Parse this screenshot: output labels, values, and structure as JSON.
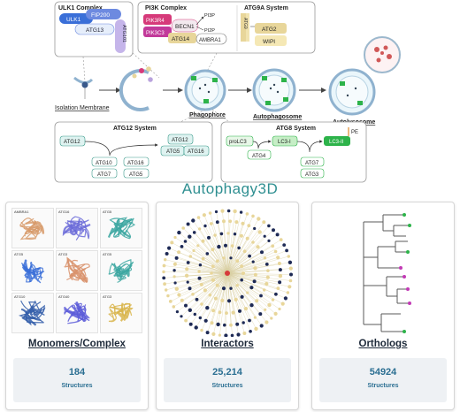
{
  "diagram": {
    "ulk1": {
      "title": "ULK1 Complex",
      "ulk1": "ULK1",
      "fip200": "FIP200",
      "atg13": "ATG13",
      "atg101": "ATG101"
    },
    "pi3k": {
      "title": "PI3K Complex",
      "pik3r4": "PIK3R4",
      "pik3c3": "PIK3C3",
      "becn1": "BECN1",
      "atg14": "ATG14",
      "ambra1": "AMBRA1",
      "pi3p": "PI3P",
      "pi2p": "PI2P"
    },
    "atg9a": {
      "title": "ATG9A System",
      "atg9": "ATG9",
      "atg2": "ATG2",
      "wipi": "WIPI"
    },
    "stages": {
      "isolation": "Isolation Membrane",
      "phagophore": "Phagophore",
      "autophagosome": "Autophagosome",
      "autolysosome": "Autolysosome"
    },
    "atg12sys": {
      "title": "ATG12 System",
      "atg12": "ATG12",
      "atg10": "ATG10",
      "atg7": "ATG7",
      "atg16": "ATG16",
      "atg5": "ATG5",
      "atg12b": "ATG12",
      "atg5b": "ATG5",
      "atg16b": "ATG16"
    },
    "atg8sys": {
      "title": "ATG8 System",
      "prolc3": "proLC3",
      "lc3i": "LC3-I",
      "lc3ii": "LC3-II",
      "pe": "PE",
      "atg4": "ATG4",
      "atg7": "ATG7",
      "atg3": "ATG3"
    }
  },
  "banner": {
    "title": "Autophagy3D"
  },
  "cards": {
    "monomers": {
      "title": "Monomers/Complex",
      "count": "184",
      "label": "Structures",
      "tiles": [
        "AMBRA1",
        "ATG16",
        "ATG5",
        "ATG5",
        "ATG3",
        "ATG5",
        "ATG10",
        "ATG40",
        "ATG3"
      ]
    },
    "interactors": {
      "title": "Interactors",
      "count": "25,214",
      "label": "Structures"
    },
    "orthologs": {
      "title": "Orthologs",
      "count": "54924",
      "label": "Structures"
    }
  },
  "colors": {
    "teal": "#2f8f91",
    "green": "#2db34a",
    "pink": "#d63a7a",
    "purple": "#b9a3dd",
    "blue": "#3a6fd8",
    "tan": "#e8d69a",
    "navy": "#1e2a55"
  }
}
